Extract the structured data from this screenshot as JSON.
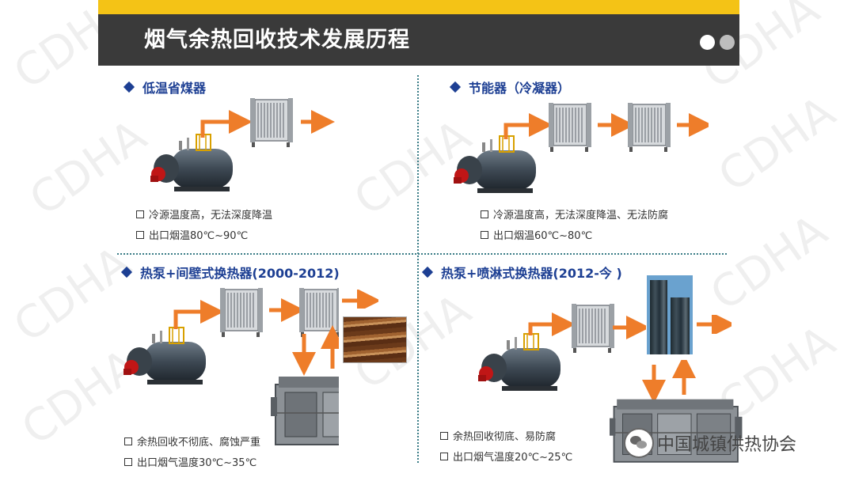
{
  "header": {
    "title": "烟气余热回收技术发展历程"
  },
  "watermark": "CDHA",
  "sections": [
    {
      "title": "低温省煤器",
      "bullets": [
        "冷源温度高，无法深度降温",
        "出口烟温80℃~90℃"
      ]
    },
    {
      "title": "节能器（冷凝器）",
      "bullets": [
        "冷源温度高，无法深度降温、无法防腐",
        "出口烟温60℃~80℃"
      ]
    },
    {
      "title": "热泵+间壁式换热器(2000-2012)",
      "bullets": [
        "余热回收不彻底、腐蚀严重",
        "出口烟气温度30℃~35℃"
      ]
    },
    {
      "title": "热泵+喷淋式换热器(2012-今 )",
      "bullets": [
        "余热回收彻底、易防腐",
        "出口烟气温度20℃~25℃"
      ]
    }
  ],
  "footer": {
    "brand": "中国城镇供热协会"
  },
  "colors": {
    "accent_bar": "#f4c316",
    "header_bg": "#3a3a3a",
    "section_title": "#1d3f93",
    "arrow": "#ee7d2a",
    "divider": "#3b7d87"
  }
}
